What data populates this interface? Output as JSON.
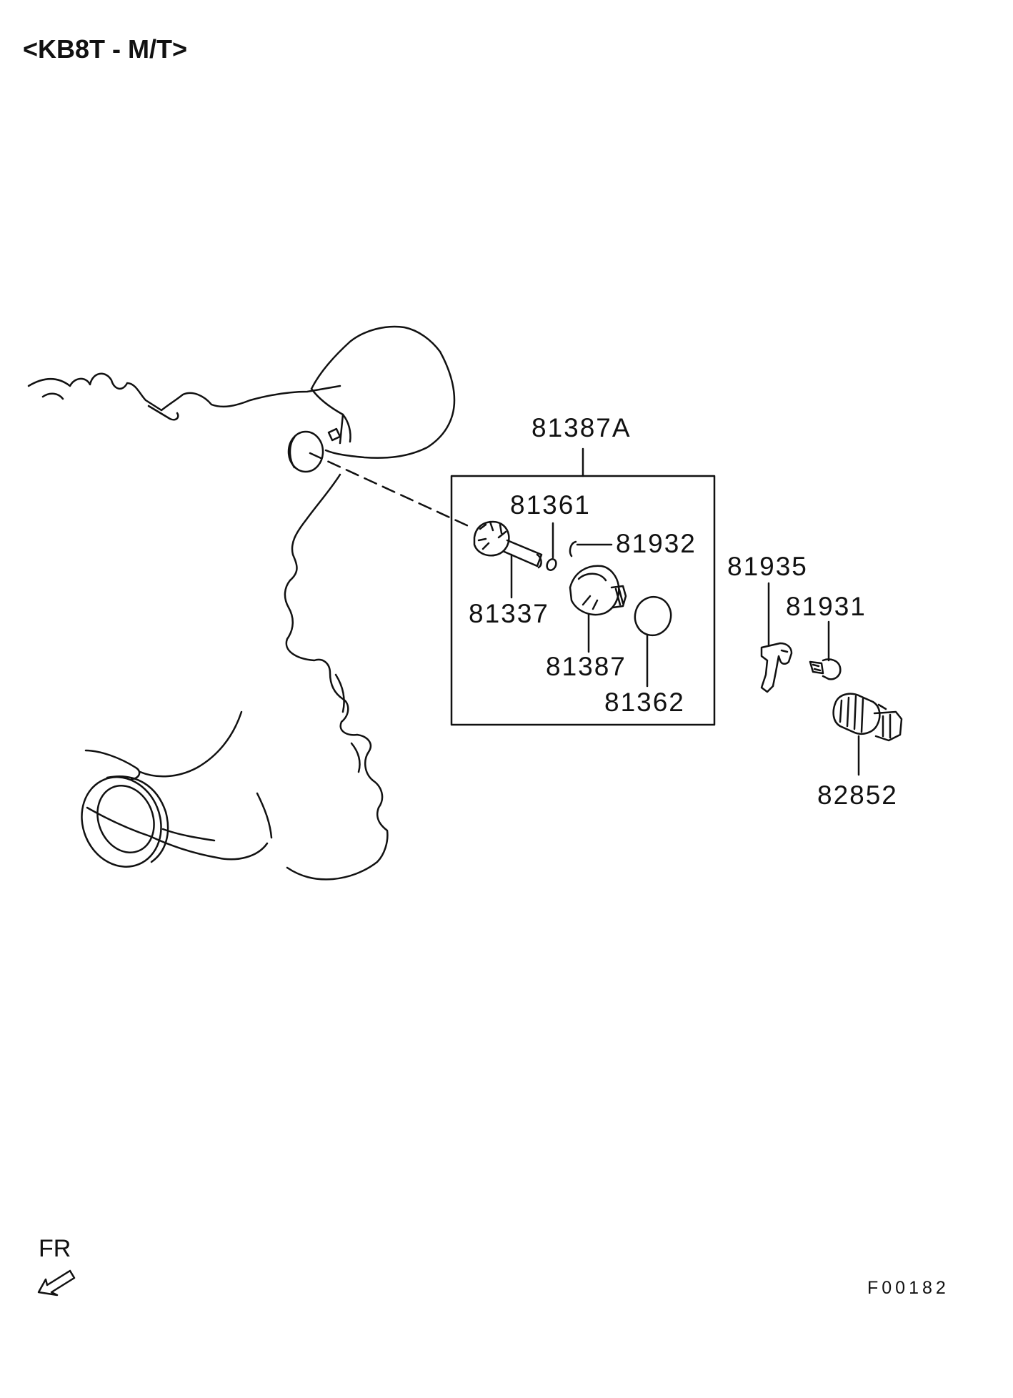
{
  "title": "<KB8T - M/T>",
  "parts": {
    "assembly": "81387A",
    "p81361": "81361",
    "p81932": "81932",
    "p81337": "81337",
    "p81387": "81387",
    "p81362": "81362",
    "p81935": "81935",
    "p81931": "81931",
    "p82852": "82852"
  },
  "orientation": "FR",
  "figure_code": "F00182"
}
